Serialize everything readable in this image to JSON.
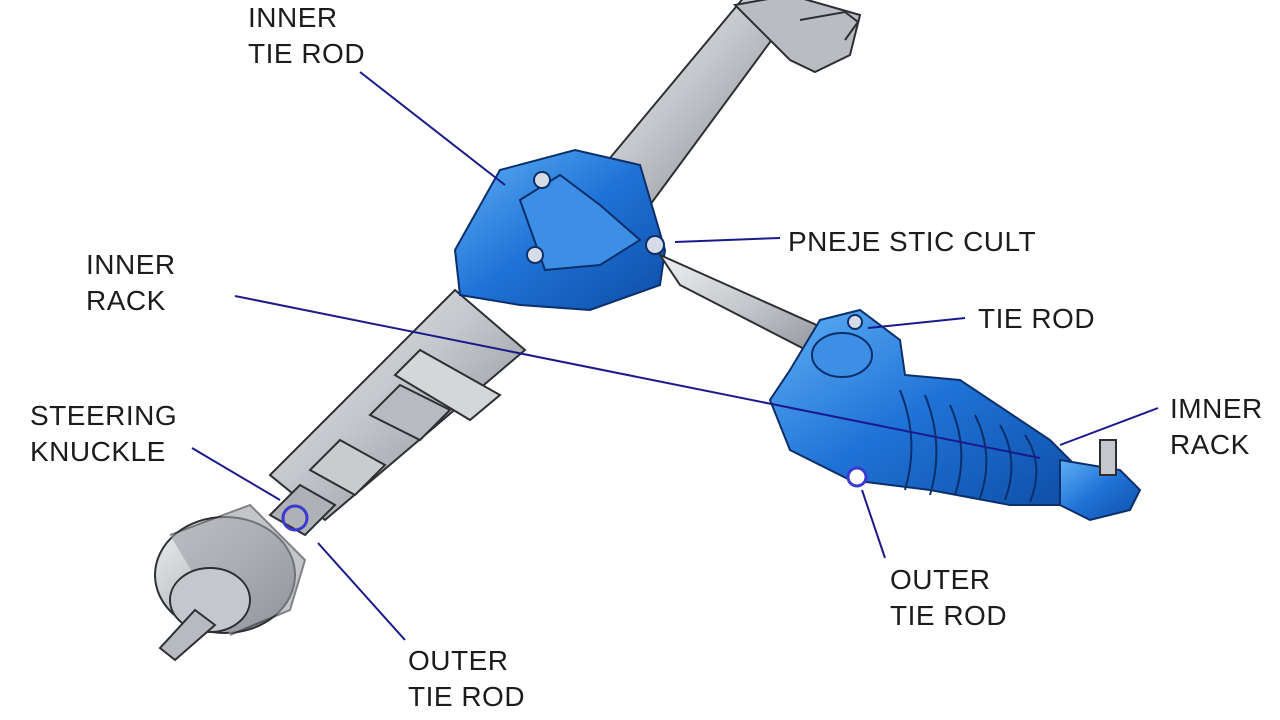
{
  "diagram": {
    "colors": {
      "housing_blue": "#1f6fd1",
      "housing_blue_light": "#4fa0ef",
      "steel": "#c9cbce",
      "steel_dark": "#8b8e93",
      "leader_line": "#1a1a8c",
      "text": "#1c1c1c"
    },
    "labels": {
      "inner_tie_rod_top": {
        "line1": "INNER",
        "line2": "TIE ROD"
      },
      "pneumatic_cult": {
        "line1": "PNEJE STIC CULT"
      },
      "inner_rack_left": {
        "line1": "INNER",
        "line2": "RACK"
      },
      "tie_rod_right": {
        "line1": "TIE ROD"
      },
      "steering_knuckle": {
        "line1": "STEERING",
        "line2": "KNUCKLE"
      },
      "inner_rack_right": {
        "line1": "IMNER",
        "line2": "RACK"
      },
      "outer_tie_rod_right": {
        "line1": "OUTER",
        "line2": "TIE ROD"
      },
      "outer_tie_rod_bottom": {
        "line1": "OUTER",
        "line2": "TIE ROD"
      }
    }
  }
}
